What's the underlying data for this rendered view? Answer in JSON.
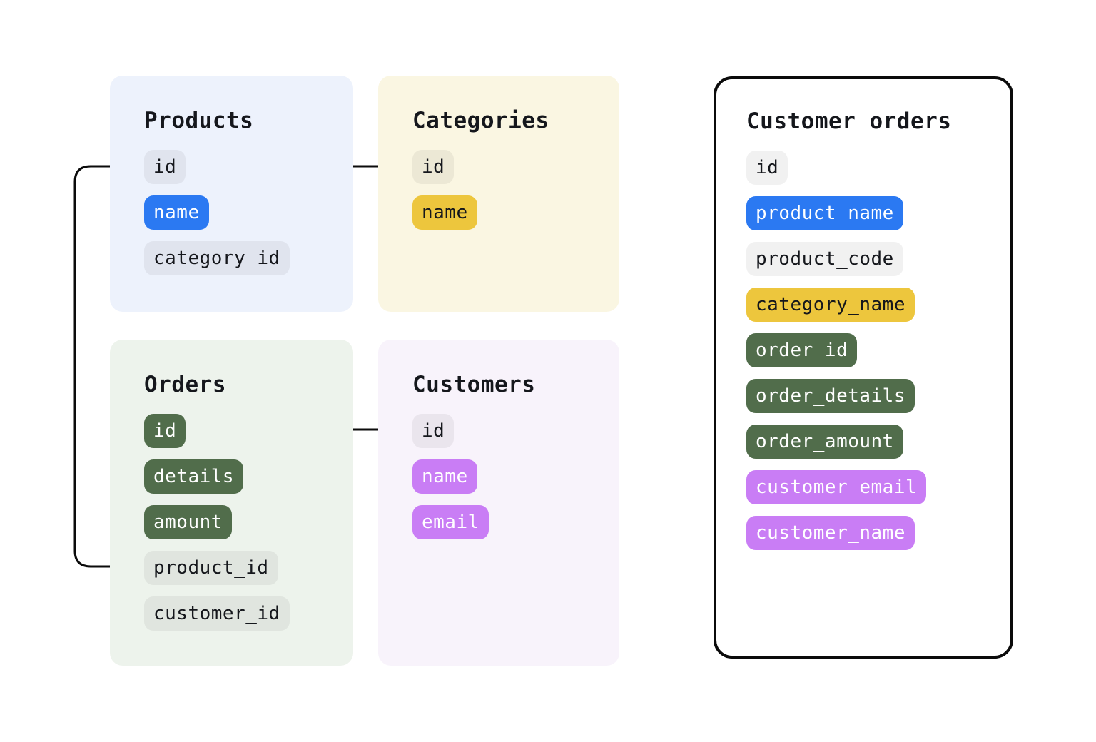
{
  "diagram": {
    "description": "Database schema mapping: source tables joined into a Customer orders result table",
    "tables": [
      {
        "title": "Products",
        "accent": "blue",
        "fields": [
          {
            "label": "id",
            "variant": "gray"
          },
          {
            "label": "name",
            "variant": "blue"
          },
          {
            "label": "category_id",
            "variant": "gray"
          }
        ]
      },
      {
        "title": "Categories",
        "accent": "yellow",
        "fields": [
          {
            "label": "id",
            "variant": "gray"
          },
          {
            "label": "name",
            "variant": "yellow"
          }
        ]
      },
      {
        "title": "Orders",
        "accent": "green",
        "fields": [
          {
            "label": "id",
            "variant": "green"
          },
          {
            "label": "details",
            "variant": "green"
          },
          {
            "label": "amount",
            "variant": "green"
          },
          {
            "label": "product_id",
            "variant": "gray"
          },
          {
            "label": "customer_id",
            "variant": "gray"
          }
        ]
      },
      {
        "title": "Customers",
        "accent": "purple",
        "fields": [
          {
            "label": "id",
            "variant": "gray"
          },
          {
            "label": "name",
            "variant": "purple"
          },
          {
            "label": "email",
            "variant": "purple"
          }
        ]
      }
    ],
    "result": {
      "title": "Customer orders",
      "fields": [
        {
          "label": "id",
          "variant": "gray"
        },
        {
          "label": "product_name",
          "variant": "blue"
        },
        {
          "label": "product_code",
          "variant": "gray"
        },
        {
          "label": "category_name",
          "variant": "yellow"
        },
        {
          "label": "order_id",
          "variant": "green"
        },
        {
          "label": "order_details",
          "variant": "green"
        },
        {
          "label": "order_amount",
          "variant": "green"
        },
        {
          "label": "customer_email",
          "variant": "purple"
        },
        {
          "label": "customer_name",
          "variant": "purple"
        }
      ]
    },
    "connections": [
      {
        "from": "Products.id",
        "to": "Orders.product_id"
      },
      {
        "from": "Products.category_id",
        "to": "Categories.id"
      },
      {
        "from": "Orders.customer_id",
        "to": "Customers.id"
      }
    ],
    "colors": {
      "blue": "#2B79F2",
      "yellow": "#EDC63D",
      "green": "#516D4B",
      "purple": "#C97DF5",
      "card_products": "#EDF2FC",
      "card_categories": "#FAF6E2",
      "card_orders": "#EDF3EC",
      "card_customers": "#F8F3FB",
      "connector": "#0B0B0B",
      "text_dark": "#15171C",
      "text_light": "#FFFFFF",
      "page_bg": "#FFFFFF"
    }
  }
}
